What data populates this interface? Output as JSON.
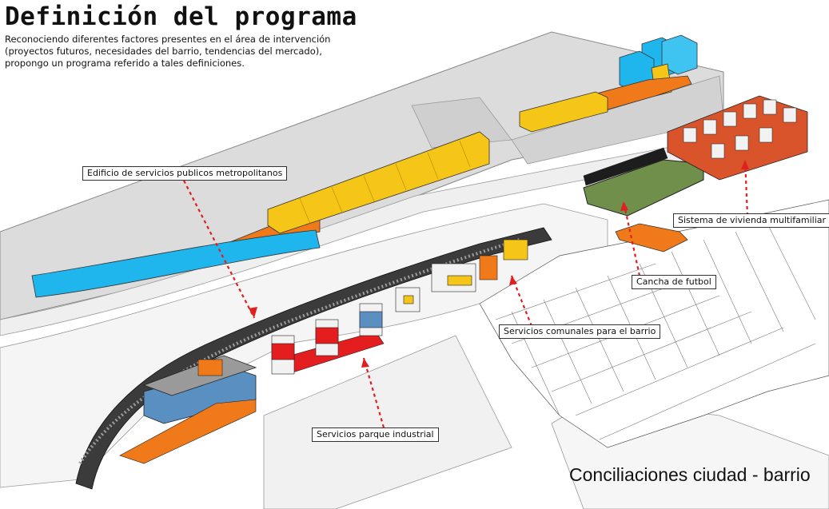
{
  "header": {
    "title": "Definición del programa",
    "intro_lines": [
      "Reconociendo diferentes factores presentes en el área de intervención",
      "(proyectos futuros, necesidades del barrio, tendencias del mercado),",
      "propongo un programa referido a tales definiciones."
    ]
  },
  "labels": {
    "edificio": "Edificio de servicios publicos metropolitanos",
    "vivienda": "Sistema de vivienda multifamiliar",
    "cancha": "Cancha de futbol",
    "comunales": "Servicios comunales para el barrio",
    "industrial": "Servicios parque industrial"
  },
  "footer": {
    "caption": "Conciliaciones ciudad - barrio"
  },
  "colors": {
    "ground": "#d9d9d9",
    "road": "#ececec",
    "yellow": "#f5c518",
    "orange": "#f07a1a",
    "red": "#e41e1e",
    "cyan": "#1fb6ee",
    "field": "#6f8f4a",
    "arrow": "#e02020",
    "blue_facade": "#5a8fc2"
  }
}
